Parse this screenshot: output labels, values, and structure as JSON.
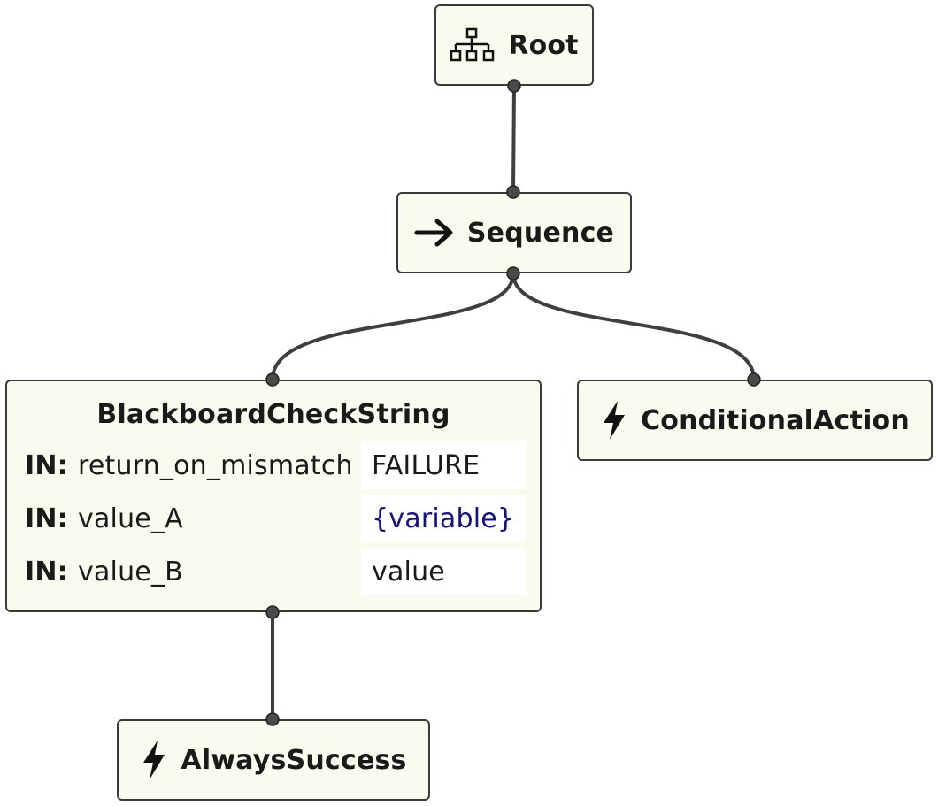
{
  "nodes": {
    "root": {
      "label": "Root",
      "icon": "tree-structure-icon"
    },
    "sequence": {
      "label": "Sequence",
      "icon": "arrow-right-icon"
    },
    "blackboard_check": {
      "title": "BlackboardCheckString",
      "ports": [
        {
          "direction": "IN:",
          "name": "return_on_mismatch",
          "value": "FAILURE",
          "is_variable": false
        },
        {
          "direction": "IN:",
          "name": "value_A",
          "value": "{variable}",
          "is_variable": true
        },
        {
          "direction": "IN:",
          "name": "value_B",
          "value": "value",
          "is_variable": false
        }
      ]
    },
    "conditional_action": {
      "label": "ConditionalAction",
      "icon": "lightning-icon"
    },
    "always_success": {
      "label": "AlwaysSuccess",
      "icon": "lightning-icon"
    }
  },
  "colors": {
    "node_fill": "#fafaee",
    "node_border": "#3a3a3a",
    "edge": "#3f3f3f",
    "variable_text": "#14147a",
    "port_value_bg": "#ffffff"
  }
}
